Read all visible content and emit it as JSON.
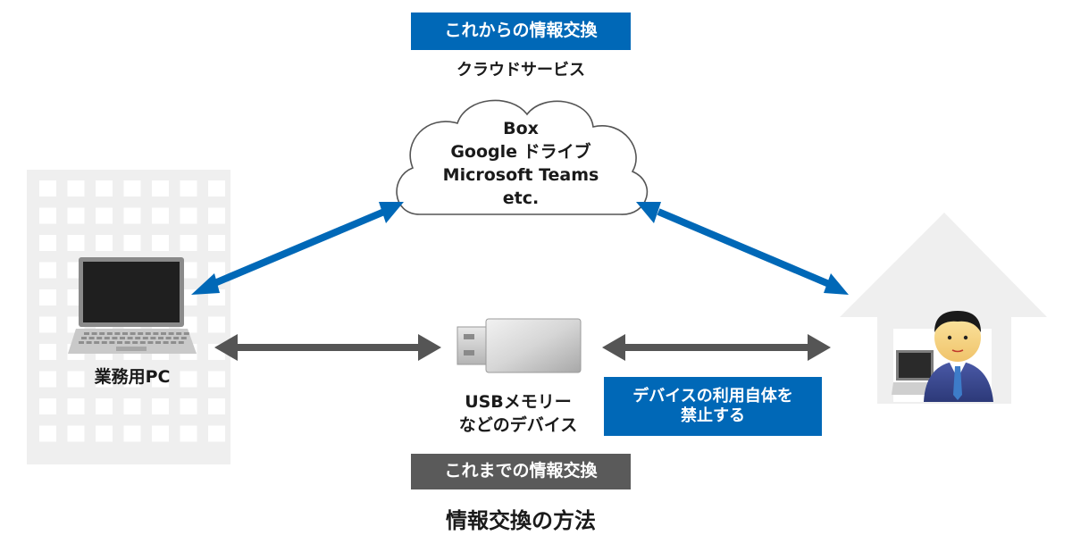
{
  "future_label": "これからの情報交換",
  "cloud": {
    "title": "クラウドサービス",
    "services": [
      "Box",
      "Google ドライブ",
      "Microsoft Teams",
      "etc."
    ]
  },
  "office_pc_label": "業務用PC",
  "usb": {
    "line1": "USBメモリー",
    "line2": "などのデバイス"
  },
  "ban_note": {
    "line1": "デバイスの利用自体を",
    "line2": "禁止する"
  },
  "past_label": "これまでの情報交換",
  "caption": "情報交換の方法",
  "colors": {
    "blue": "#0068b7",
    "dark_gray": "#5a5a5a",
    "light_gray": "#f0f0f0"
  }
}
